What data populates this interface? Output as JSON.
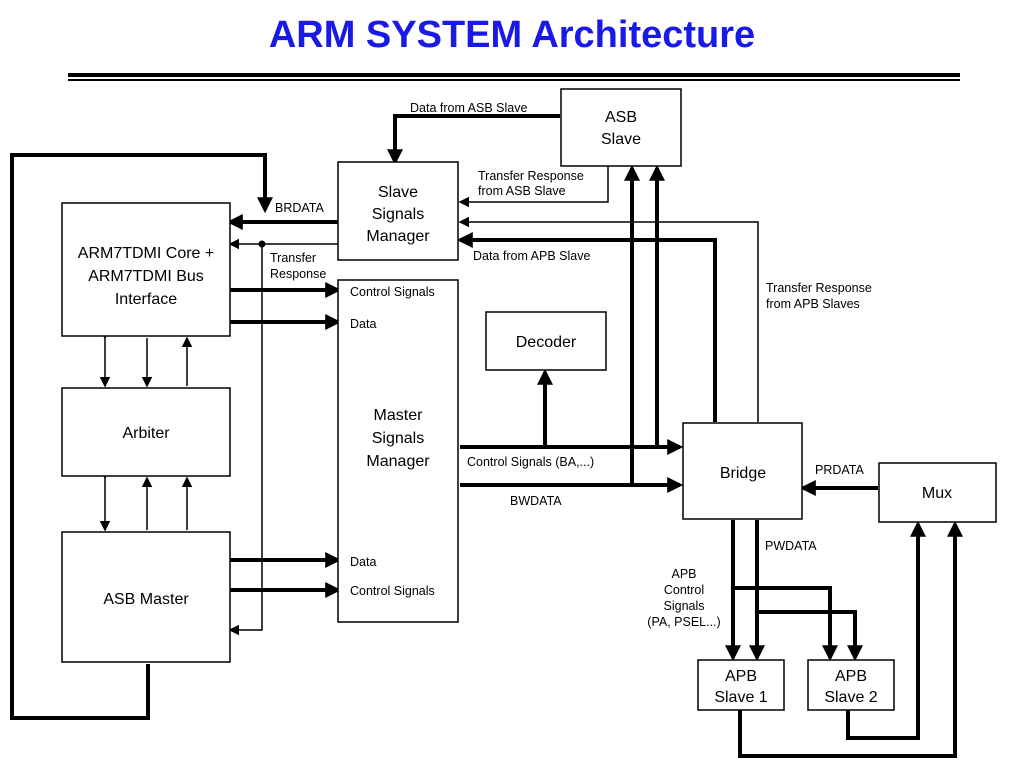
{
  "title": "ARM SYSTEM Architecture",
  "blocks": {
    "asb_slave": [
      "ASB",
      "Slave"
    ],
    "slave_signals_manager": [
      "Slave",
      "Signals",
      "Manager"
    ],
    "arm_core": [
      "ARM7TDMI Core +",
      "ARM7TDMI Bus",
      "Interface"
    ],
    "arbiter": "Arbiter",
    "asb_master": "ASB Master",
    "master_signals_manager": [
      "Master",
      "Signals",
      "Manager"
    ],
    "decoder": "Decoder",
    "bridge": "Bridge",
    "mux": "Mux",
    "apb_slave_1": [
      "APB",
      "Slave 1"
    ],
    "apb_slave_2": [
      "APB",
      "Slave 2"
    ]
  },
  "labels": {
    "data_from_asb_slave": "Data from ASB Slave",
    "transfer_response_asb": [
      "Transfer Response",
      "from ASB Slave"
    ],
    "brdata": "BRDATA",
    "transfer_response": [
      "Transfer",
      "Response"
    ],
    "data_from_apb_slave": "Data from APB Slave",
    "transfer_response_apb": [
      "Transfer Response",
      "from APB Slaves"
    ],
    "msm_control_signals_top": "Control Signals",
    "msm_data_top": "Data",
    "msm_data_bottom": "Data",
    "msm_control_signals_bottom": "Control Signals",
    "control_signals_ba": "Control Signals (BA,...)",
    "bwdata": "BWDATA",
    "prdata": "PRDATA",
    "pwdata": "PWDATA",
    "apb_control_signals": [
      "APB",
      "Control",
      "Signals",
      "(PA, PSEL...)"
    ]
  }
}
